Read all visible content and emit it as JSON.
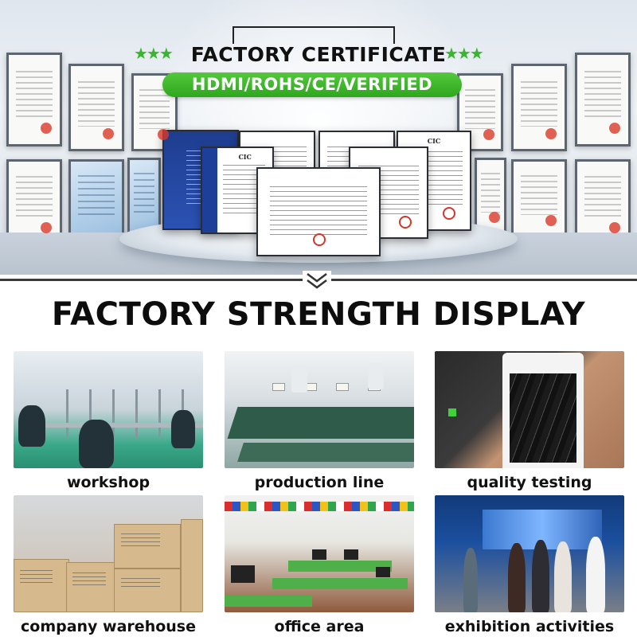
{
  "certificate_section": {
    "title": "FACTORY CERTIFICATE",
    "badge": "HDMI/ROHS/CE/VERIFIED",
    "star_left": "★★★",
    "star_right": "★★★",
    "doc_labels": [
      "CIC",
      "CIC"
    ],
    "accent_color": "#37b62e"
  },
  "strength_section": {
    "title": "FACTORY STRENGTH DISPLAY",
    "divider_icon": "chevron-down-icon",
    "items": [
      {
        "caption": "workshop"
      },
      {
        "caption": "production line"
      },
      {
        "caption": "quality testing"
      },
      {
        "caption": "company warehouse"
      },
      {
        "caption": "office area"
      },
      {
        "caption": "exhibition activities"
      }
    ]
  }
}
